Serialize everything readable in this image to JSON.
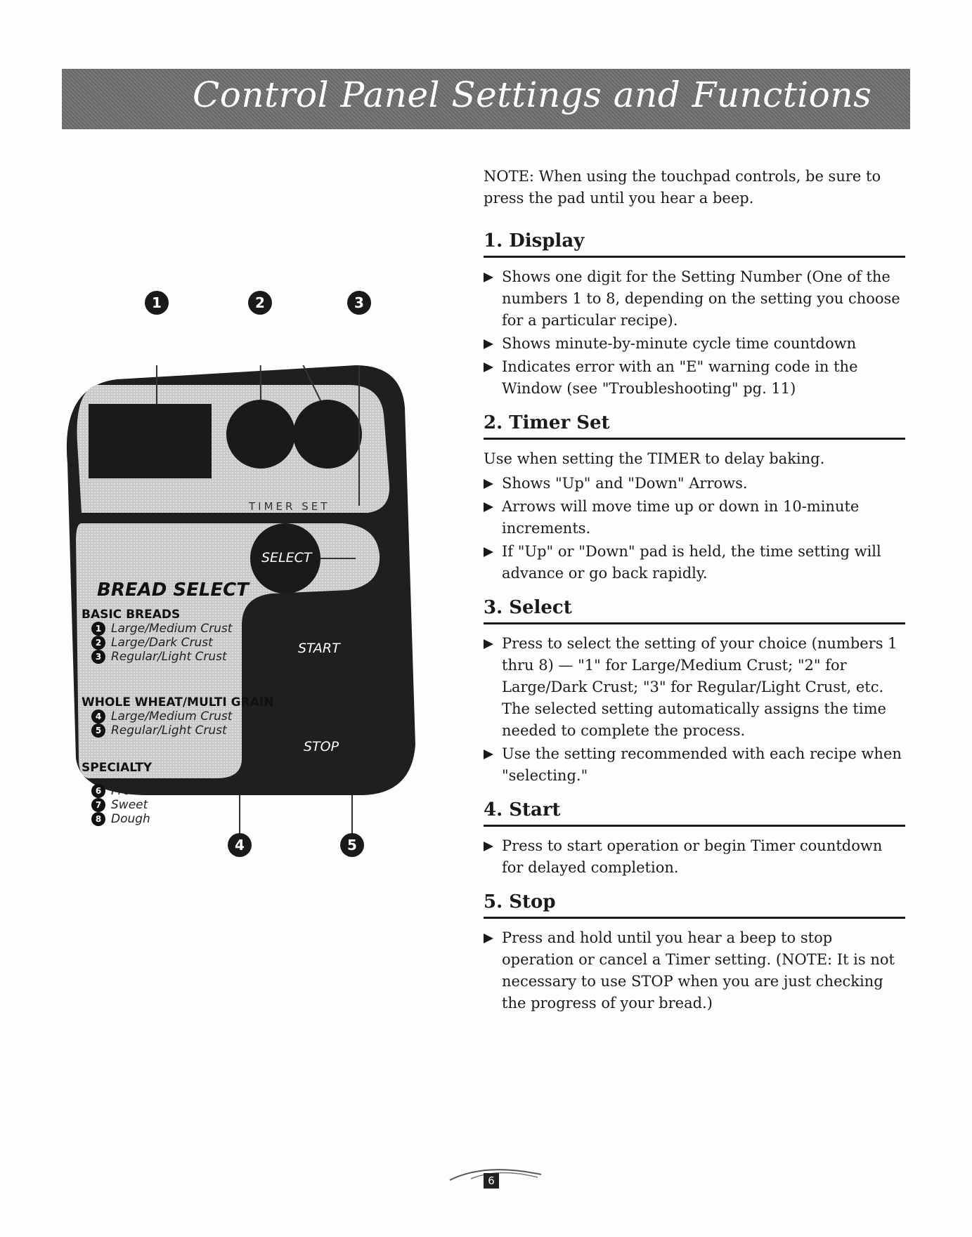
{
  "header": {
    "title": "Control Panel Settings and Functions"
  },
  "panel": {
    "callouts": [
      "1",
      "2",
      "3",
      "4",
      "5"
    ],
    "timer_label": "TIMER SET",
    "select_label": "SELECT",
    "start_label": "START",
    "stop_label": "STOP",
    "bread_select_title": "BREAD SELECT",
    "groups": [
      {
        "name": "BASIC BREADS",
        "items": [
          {
            "num": "1",
            "label": "Large/Medium Crust"
          },
          {
            "num": "2",
            "label": "Large/Dark Crust"
          },
          {
            "num": "3",
            "label": "Regular/Light Crust"
          }
        ]
      },
      {
        "name": "WHOLE WHEAT/MULTI GRAIN",
        "items": [
          {
            "num": "4",
            "label": "Large/Medium Crust"
          },
          {
            "num": "5",
            "label": "Regular/Light Crust"
          }
        ]
      },
      {
        "name": "SPECIALTY",
        "items": [
          {
            "num": "6",
            "label": "French"
          },
          {
            "num": "7",
            "label": "Sweet"
          },
          {
            "num": "8",
            "label": "Dough"
          }
        ]
      }
    ]
  },
  "note": "NOTE: When using the touchpad controls, be sure to press the pad until you hear a beep.",
  "sections": [
    {
      "title": "1. Display",
      "intro": "",
      "bullets": [
        "Shows one digit for the Setting Number (One of the numbers 1 to 8, depending on the setting you choose for a particular recipe).",
        "Shows minute-by-minute cycle time countdown",
        "Indicates error with an \"E\" warning code in the Window (see \"Troubleshooting\" pg. 11)"
      ]
    },
    {
      "title": "2. Timer Set",
      "intro": "Use when setting the TIMER to delay baking.",
      "bullets": [
        "Shows \"Up\" and \"Down\" Arrows.",
        "Arrows will move time up or down in 10-minute increments.",
        "If \"Up\" or \"Down\" pad is held, the time setting will advance or go back rapidly."
      ]
    },
    {
      "title": "3. Select",
      "intro": "",
      "bullets": [
        "Press to select the setting of your choice (numbers 1 thru 8) — \"1\" for Large/Medium Crust; \"2\" for Large/Dark Crust; \"3\" for Regular/Light Crust, etc. The selected setting automatically assigns the time needed to complete the process.",
        "Use the setting recommended with each recipe when \"selecting.\""
      ]
    },
    {
      "title": "4. Start",
      "intro": "",
      "bullets": [
        "Press to start operation or begin Timer countdown for delayed completion."
      ]
    },
    {
      "title": "5. Stop",
      "intro": "",
      "bullets": [
        "Press and hold until you hear a beep to stop operation or cancel a Timer setting. (NOTE: It is not necessary to use STOP when you are just checking the progress of your bread.)"
      ]
    }
  ],
  "page_number": "6"
}
